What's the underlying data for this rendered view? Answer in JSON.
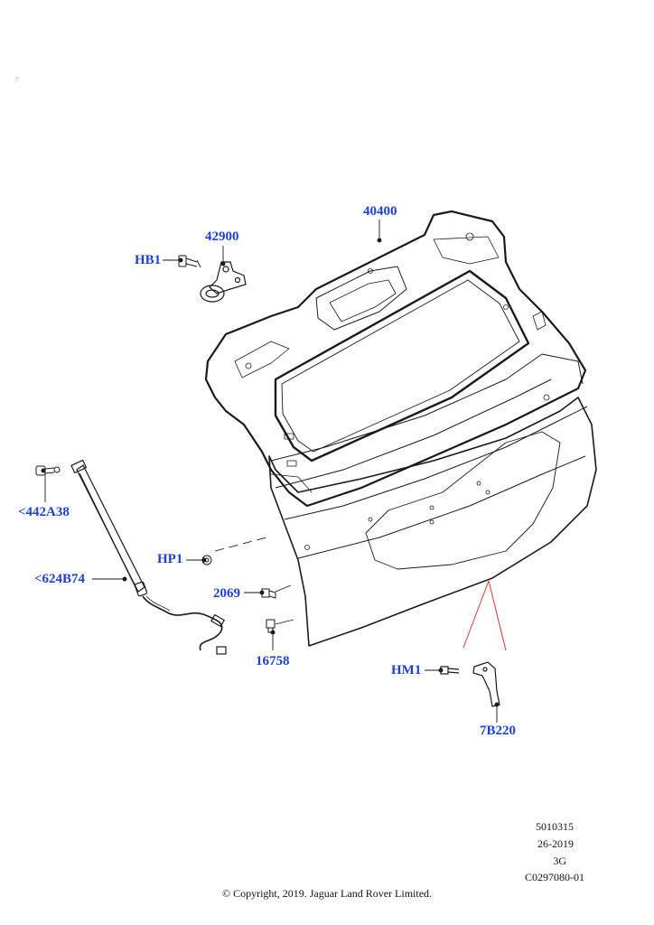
{
  "callouts": {
    "p40400": "40400",
    "p42900": "42900",
    "hb1": "HB1",
    "p442a38": "<442A38",
    "hp1": "HP1",
    "p624b74": "<624B74",
    "p2069": "2069",
    "p16758": "16758",
    "hm1": "HM1",
    "p7b220": "7B220"
  },
  "info": {
    "line1": "5010315",
    "line2": "26-2019",
    "line3": "3G",
    "line4": "C0297080-01"
  },
  "copyright": "© Copyright, 2019. Jaguar Land Rover Limited.",
  "colors": {
    "callout": "#1c3fd6",
    "drawing": "#1a1a1a",
    "indicator": "#e03030"
  }
}
